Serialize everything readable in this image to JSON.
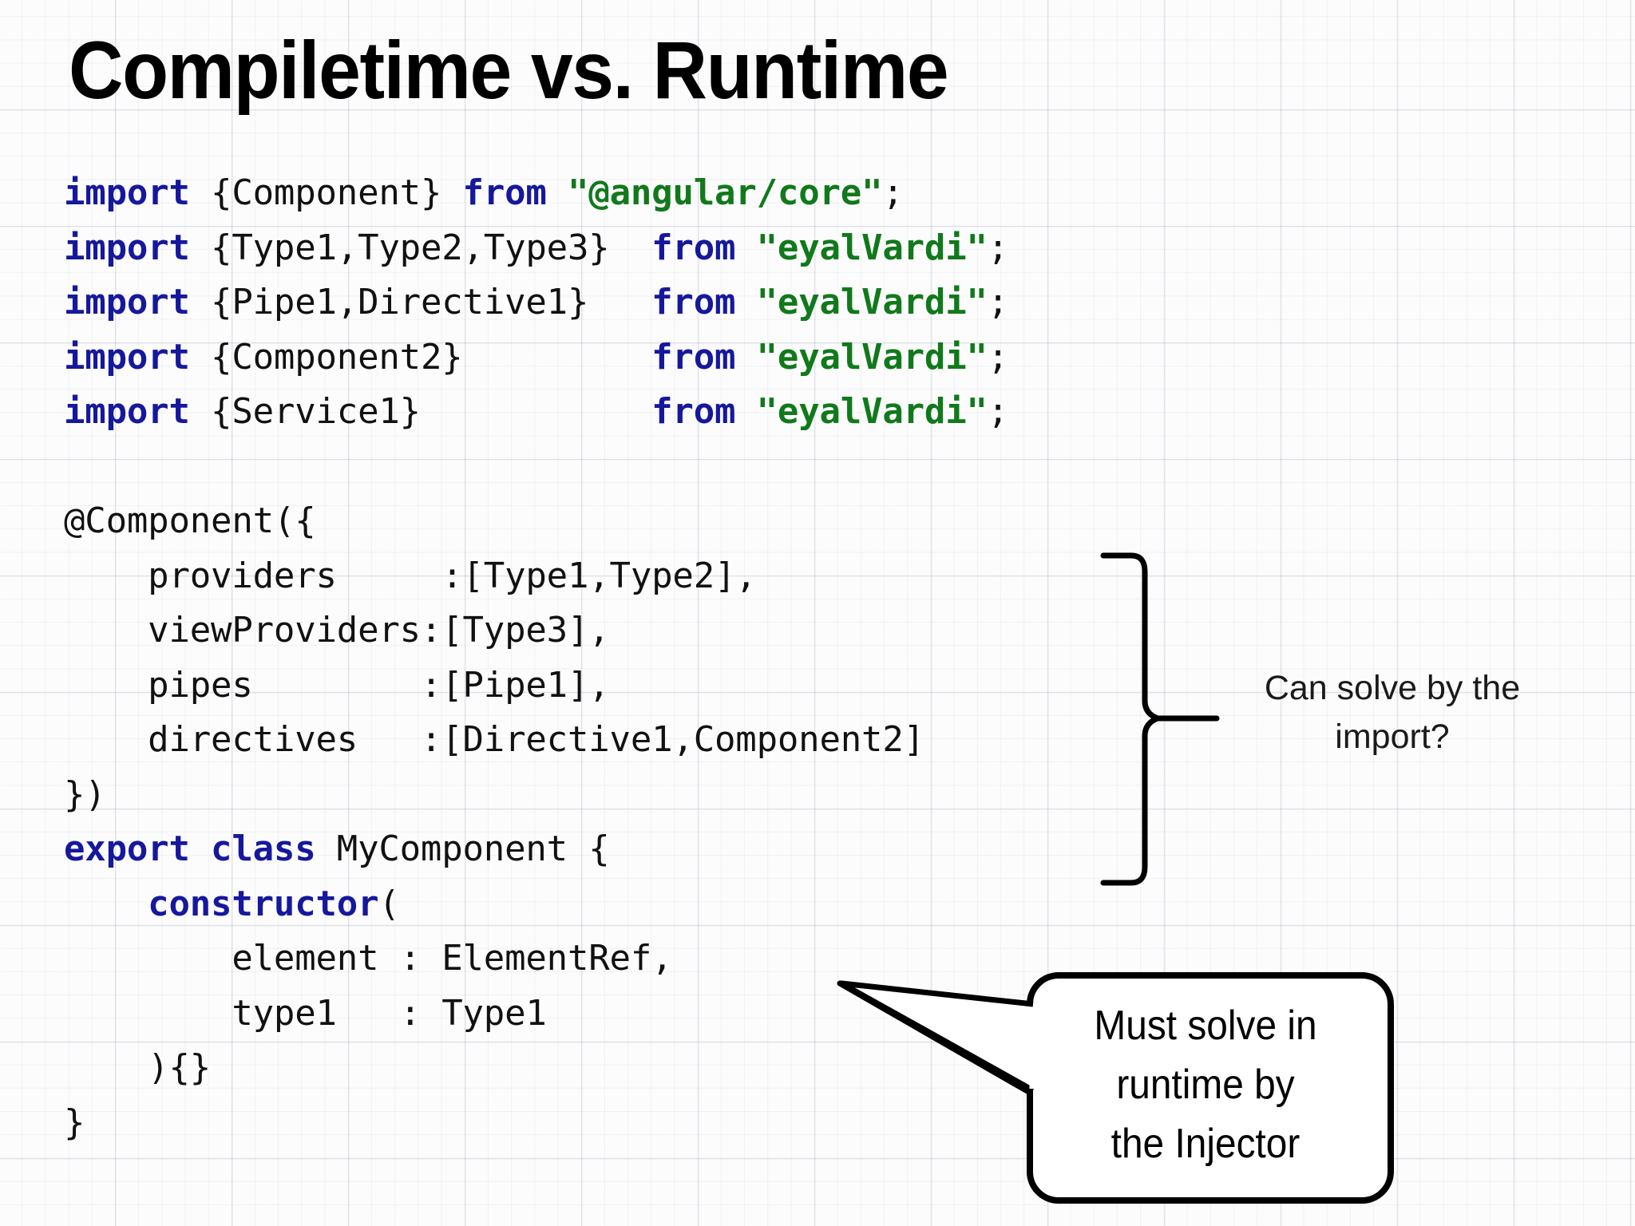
{
  "slide": {
    "title": "Compiletime vs. Runtime",
    "code_lines": [
      {
        "id": "import-component",
        "tokens": [
          {
            "t": "import",
            "c": "kw"
          },
          {
            "t": " {Component} ",
            "c": "pn"
          },
          {
            "t": "from",
            "c": "kw"
          },
          {
            "t": " ",
            "c": "pn"
          },
          {
            "t": "\"@angular/core\"",
            "c": "str"
          },
          {
            "t": ";",
            "c": "pn"
          }
        ]
      },
      {
        "id": "import-types",
        "tokens": [
          {
            "t": "import",
            "c": "kw"
          },
          {
            "t": " {Type1,Type2,Type3}  ",
            "c": "pn"
          },
          {
            "t": "from",
            "c": "kw"
          },
          {
            "t": " ",
            "c": "pn"
          },
          {
            "t": "\"eyalVardi\"",
            "c": "str"
          },
          {
            "t": ";",
            "c": "pn"
          }
        ]
      },
      {
        "id": "import-pipe-directive",
        "tokens": [
          {
            "t": "import",
            "c": "kw"
          },
          {
            "t": " {Pipe1,Directive1}   ",
            "c": "pn"
          },
          {
            "t": "from",
            "c": "kw"
          },
          {
            "t": " ",
            "c": "pn"
          },
          {
            "t": "\"eyalVardi\"",
            "c": "str"
          },
          {
            "t": ";",
            "c": "pn"
          }
        ]
      },
      {
        "id": "import-component2",
        "tokens": [
          {
            "t": "import",
            "c": "kw"
          },
          {
            "t": " {Component2}         ",
            "c": "pn"
          },
          {
            "t": "from",
            "c": "kw"
          },
          {
            "t": " ",
            "c": "pn"
          },
          {
            "t": "\"eyalVardi\"",
            "c": "str"
          },
          {
            "t": ";",
            "c": "pn"
          }
        ]
      },
      {
        "id": "import-service1",
        "tokens": [
          {
            "t": "import",
            "c": "kw"
          },
          {
            "t": " {Service1}           ",
            "c": "pn"
          },
          {
            "t": "from",
            "c": "kw"
          },
          {
            "t": " ",
            "c": "pn"
          },
          {
            "t": "\"eyalVardi\"",
            "c": "str"
          },
          {
            "t": ";",
            "c": "pn"
          }
        ]
      },
      {
        "id": "blank-1",
        "tokens": [
          {
            "t": "",
            "c": "pn"
          }
        ]
      },
      {
        "id": "decorator-open",
        "tokens": [
          {
            "t": "@Component({",
            "c": "pn"
          }
        ]
      },
      {
        "id": "providers",
        "tokens": [
          {
            "t": "    providers     :[Type1,Type2],",
            "c": "pn"
          }
        ]
      },
      {
        "id": "view-providers",
        "tokens": [
          {
            "t": "    viewProviders:[Type3],",
            "c": "pn"
          }
        ]
      },
      {
        "id": "pipes",
        "tokens": [
          {
            "t": "    pipes        :[Pipe1],",
            "c": "pn"
          }
        ]
      },
      {
        "id": "directives",
        "tokens": [
          {
            "t": "    directives   :[Directive1,Component2]",
            "c": "pn"
          }
        ]
      },
      {
        "id": "decorator-close",
        "tokens": [
          {
            "t": "})",
            "c": "pn"
          }
        ]
      },
      {
        "id": "class-decl",
        "tokens": [
          {
            "t": "export class",
            "c": "kw"
          },
          {
            "t": " MyComponent {",
            "c": "pn"
          }
        ]
      },
      {
        "id": "constructor",
        "tokens": [
          {
            "t": "    ",
            "c": "pn"
          },
          {
            "t": "constructor",
            "c": "kw"
          },
          {
            "t": "(",
            "c": "pn"
          }
        ]
      },
      {
        "id": "param-element",
        "tokens": [
          {
            "t": "        element : ElementRef,",
            "c": "pn"
          }
        ]
      },
      {
        "id": "param-type1",
        "tokens": [
          {
            "t": "        type1   : Type1",
            "c": "pn"
          }
        ]
      },
      {
        "id": "constructor-close",
        "tokens": [
          {
            "t": "    ){}",
            "c": "pn"
          }
        ]
      },
      {
        "id": "class-close",
        "tokens": [
          {
            "t": "}",
            "c": "pn"
          }
        ]
      }
    ],
    "brace_annotation": {
      "line1": "Can solve by the",
      "line2": "import?"
    },
    "callout": {
      "line1": "Must solve in",
      "line2": "runtime by",
      "line3": "the Injector"
    }
  },
  "colors": {
    "keyword": "#16189c",
    "string": "#11791b",
    "plain": "#111111",
    "background": "#fcfcfd",
    "grid_line": "#c3c9d4",
    "ink": "#000000"
  }
}
